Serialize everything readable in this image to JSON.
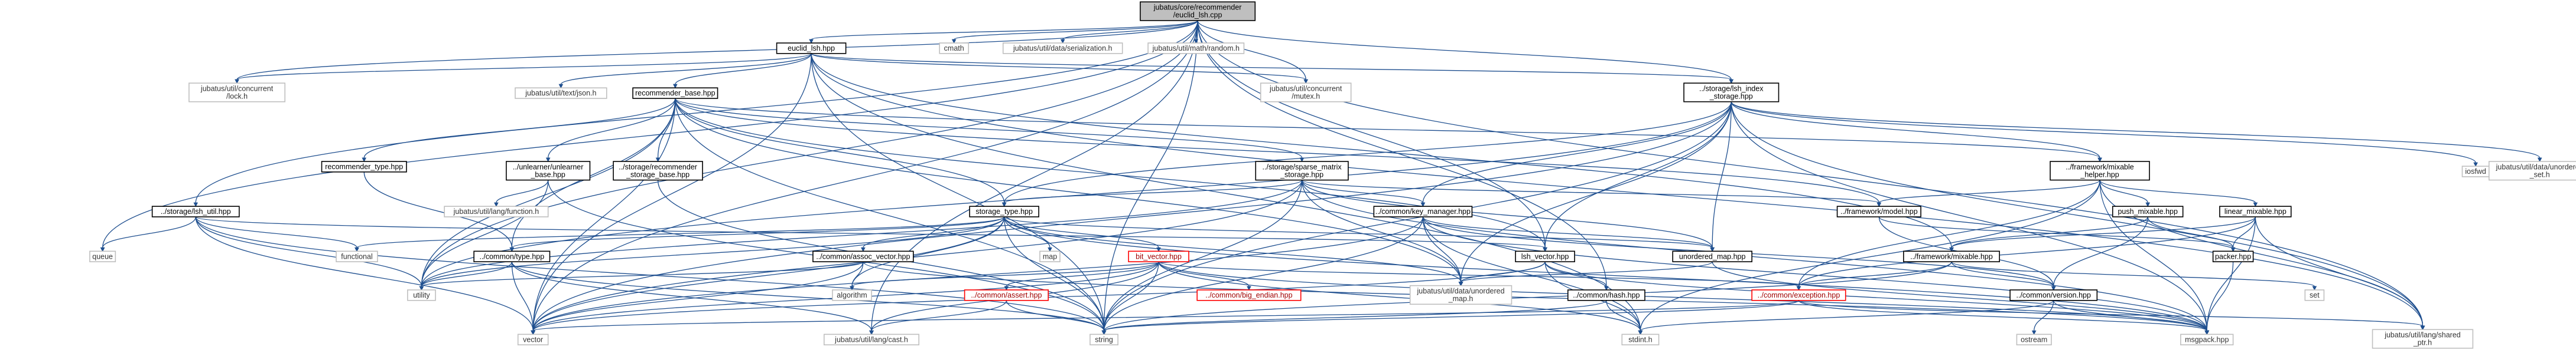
{
  "colors": {
    "edge": "#1f4f8f",
    "root_fill": "#bfbfbf",
    "node_border": "#000000",
    "external_border": "#bfbfbf",
    "missing_border": "#ff0000",
    "missing_text": "#a00000"
  },
  "nodes": [
    {
      "id": "root",
      "lines": [
        "jubatus/core/recommender",
        "/euclid_lsh.cpp"
      ],
      "style": "root"
    },
    {
      "id": "euclid_lsh_hpp",
      "lines": [
        "euclid_lsh.hpp"
      ],
      "style": "normal"
    },
    {
      "id": "cmath",
      "lines": [
        "cmath"
      ],
      "style": "gray"
    },
    {
      "id": "serialization_h",
      "lines": [
        "jubatus/util/data/serialization.h"
      ],
      "style": "gray"
    },
    {
      "id": "random_h",
      "lines": [
        "jubatus/util/math/random.h"
      ],
      "style": "gray"
    },
    {
      "id": "mutex_h",
      "lines": [
        "jubatus/util/concurrent",
        "/mutex.h"
      ],
      "style": "gray"
    },
    {
      "id": "lsh_index_storage",
      "lines": [
        "../storage/lsh_index",
        "_storage.hpp"
      ],
      "style": "normal"
    },
    {
      "id": "lock_h",
      "lines": [
        "jubatus/util/concurrent",
        "/lock.h"
      ],
      "style": "gray"
    },
    {
      "id": "json_h",
      "lines": [
        "jubatus/util/text/json.h"
      ],
      "style": "gray"
    },
    {
      "id": "recommender_base",
      "lines": [
        "recommender_base.hpp"
      ],
      "style": "normal"
    },
    {
      "id": "iosfwd",
      "lines": [
        "iosfwd"
      ],
      "style": "gray"
    },
    {
      "id": "unordered_set_h",
      "lines": [
        "jubatus/util/data/unordered",
        "_set.h"
      ],
      "style": "gray"
    },
    {
      "id": "mixable_helper",
      "lines": [
        "../framework/mixable",
        "_helper.hpp"
      ],
      "style": "normal"
    },
    {
      "id": "recommender_type",
      "lines": [
        "recommender_type.hpp"
      ],
      "style": "normal"
    },
    {
      "id": "unlearner_base",
      "lines": [
        "../unlearner/unlearner",
        "_base.hpp"
      ],
      "style": "normal"
    },
    {
      "id": "recommender_storage_base",
      "lines": [
        "../storage/recommender",
        "_storage_base.hpp"
      ],
      "style": "normal"
    },
    {
      "id": "sparse_matrix_storage",
      "lines": [
        "../storage/sparse_matrix",
        "_storage.hpp"
      ],
      "style": "normal"
    },
    {
      "id": "lsh_util",
      "lines": [
        "../storage/lsh_util.hpp"
      ],
      "style": "normal"
    },
    {
      "id": "function_h",
      "lines": [
        "jubatus/util/lang/function.h"
      ],
      "style": "gray"
    },
    {
      "id": "storage_type",
      "lines": [
        "storage_type.hpp"
      ],
      "style": "normal"
    },
    {
      "id": "key_manager",
      "lines": [
        "../common/key_manager.hpp"
      ],
      "style": "normal"
    },
    {
      "id": "framework_model",
      "lines": [
        "../framework/model.hpp"
      ],
      "style": "normal"
    },
    {
      "id": "push_mixable",
      "lines": [
        "push_mixable.hpp"
      ],
      "style": "normal"
    },
    {
      "id": "linear_mixable",
      "lines": [
        "linear_mixable.hpp"
      ],
      "style": "normal"
    },
    {
      "id": "queue",
      "lines": [
        "queue"
      ],
      "style": "gray"
    },
    {
      "id": "functional",
      "lines": [
        "functional"
      ],
      "style": "gray"
    },
    {
      "id": "common_type",
      "lines": [
        "../common/type.hpp"
      ],
      "style": "normal"
    },
    {
      "id": "assoc_vector",
      "lines": [
        "../common/assoc_vector.hpp"
      ],
      "style": "normal"
    },
    {
      "id": "map",
      "lines": [
        "map"
      ],
      "style": "gray"
    },
    {
      "id": "bit_vector",
      "lines": [
        "bit_vector.hpp"
      ],
      "style": "red"
    },
    {
      "id": "lsh_vector",
      "lines": [
        "lsh_vector.hpp"
      ],
      "style": "normal"
    },
    {
      "id": "unordered_map_hpp",
      "lines": [
        "unordered_map.hpp"
      ],
      "style": "normal"
    },
    {
      "id": "framework_mixable",
      "lines": [
        "../framework/mixable.hpp"
      ],
      "style": "normal"
    },
    {
      "id": "packer",
      "lines": [
        "packer.hpp"
      ],
      "style": "normal"
    },
    {
      "id": "utility",
      "lines": [
        "utility"
      ],
      "style": "gray"
    },
    {
      "id": "algorithm",
      "lines": [
        "algorithm"
      ],
      "style": "gray"
    },
    {
      "id": "common_assert",
      "lines": [
        "../common/assert.hpp"
      ],
      "style": "red"
    },
    {
      "id": "big_endian",
      "lines": [
        "../common/big_endian.hpp"
      ],
      "style": "red"
    },
    {
      "id": "unordered_map_h",
      "lines": [
        "jubatus/util/data/unordered",
        "_map.h"
      ],
      "style": "gray"
    },
    {
      "id": "common_hash",
      "lines": [
        "../common/hash.hpp"
      ],
      "style": "normal"
    },
    {
      "id": "common_exception",
      "lines": [
        "../common/exception.hpp"
      ],
      "style": "red"
    },
    {
      "id": "common_version",
      "lines": [
        "../common/version.hpp"
      ],
      "style": "normal"
    },
    {
      "id": "set",
      "lines": [
        "set"
      ],
      "style": "gray"
    },
    {
      "id": "vector",
      "lines": [
        "vector"
      ],
      "style": "gray"
    },
    {
      "id": "cast_h",
      "lines": [
        "jubatus/util/lang/cast.h"
      ],
      "style": "gray"
    },
    {
      "id": "string",
      "lines": [
        "string"
      ],
      "style": "gray"
    },
    {
      "id": "stdint_h",
      "lines": [
        "stdint.h"
      ],
      "style": "gray"
    },
    {
      "id": "ostream",
      "lines": [
        "ostream"
      ],
      "style": "gray"
    },
    {
      "id": "msgpack",
      "lines": [
        "msgpack.hpp"
      ],
      "style": "gray"
    },
    {
      "id": "shared_ptr_h",
      "lines": [
        "jubatus/util/lang/shared",
        "_ptr.h"
      ],
      "style": "gray"
    }
  ],
  "edges": [
    [
      "root",
      "euclid_lsh_hpp"
    ],
    [
      "root",
      "cmath"
    ],
    [
      "root",
      "serialization_h"
    ],
    [
      "root",
      "random_h"
    ],
    [
      "root",
      "mutex_h"
    ],
    [
      "root",
      "lsh_index_storage"
    ],
    [
      "root",
      "lock_h"
    ],
    [
      "root",
      "queue"
    ],
    [
      "root",
      "utility"
    ],
    [
      "root",
      "vector"
    ],
    [
      "root",
      "string"
    ],
    [
      "root",
      "lsh_util"
    ],
    [
      "root",
      "lsh_vector"
    ],
    [
      "root",
      "common_hash"
    ],
    [
      "root",
      "shared_ptr_h"
    ],
    [
      "root",
      "cast_h"
    ],
    [
      "euclid_lsh_hpp",
      "json_h"
    ],
    [
      "euclid_lsh_hpp",
      "recommender_base"
    ],
    [
      "euclid_lsh_hpp",
      "lock_h"
    ],
    [
      "euclid_lsh_hpp",
      "mutex_h"
    ],
    [
      "euclid_lsh_hpp",
      "lsh_index_storage"
    ],
    [
      "euclid_lsh_hpp",
      "stdint_h"
    ],
    [
      "euclid_lsh_hpp",
      "string"
    ],
    [
      "euclid_lsh_hpp",
      "vector"
    ],
    [
      "euclid_lsh_hpp",
      "framework_mixable"
    ],
    [
      "euclid_lsh_hpp",
      "shared_ptr_h"
    ],
    [
      "recommender_base",
      "recommender_type"
    ],
    [
      "recommender_base",
      "unlearner_base"
    ],
    [
      "recommender_base",
      "recommender_storage_base"
    ],
    [
      "recommender_base",
      "sparse_matrix_storage"
    ],
    [
      "recommender_base",
      "framework_model"
    ],
    [
      "recommender_base",
      "common_type"
    ],
    [
      "recommender_base",
      "utility"
    ],
    [
      "recommender_base",
      "vector"
    ],
    [
      "recommender_base",
      "string"
    ],
    [
      "recommender_base",
      "storage_type"
    ],
    [
      "recommender_base",
      "lsh_vector"
    ],
    [
      "recommender_base",
      "unordered_map_h"
    ],
    [
      "recommender_base",
      "mixable_helper"
    ],
    [
      "lsh_index_storage",
      "iosfwd"
    ],
    [
      "lsh_index_storage",
      "unordered_set_h"
    ],
    [
      "lsh_index_storage",
      "mixable_helper"
    ],
    [
      "lsh_index_storage",
      "storage_type"
    ],
    [
      "lsh_index_storage",
      "key_manager"
    ],
    [
      "lsh_index_storage",
      "lsh_vector"
    ],
    [
      "lsh_index_storage",
      "unordered_map_hpp"
    ],
    [
      "lsh_index_storage",
      "unordered_map_h"
    ],
    [
      "lsh_index_storage",
      "string"
    ],
    [
      "lsh_index_storage",
      "msgpack"
    ],
    [
      "lsh_index_storage",
      "utility"
    ],
    [
      "lsh_index_storage",
      "vector"
    ],
    [
      "lsh_index_storage",
      "shared_ptr_h"
    ],
    [
      "mixable_helper",
      "push_mixable"
    ],
    [
      "mixable_helper",
      "linear_mixable"
    ],
    [
      "mixable_helper",
      "framework_model"
    ],
    [
      "mixable_helper",
      "common_exception"
    ],
    [
      "mixable_helper",
      "msgpack"
    ],
    [
      "mixable_helper",
      "shared_ptr_h"
    ],
    [
      "mixable_helper",
      "stdint_h"
    ],
    [
      "unlearner_base",
      "function_h"
    ],
    [
      "unlearner_base",
      "string"
    ],
    [
      "unlearner_base",
      "utility"
    ],
    [
      "recommender_storage_base",
      "string"
    ],
    [
      "recommender_type",
      "common_type"
    ],
    [
      "sparse_matrix_storage",
      "storage_type"
    ],
    [
      "sparse_matrix_storage",
      "key_manager"
    ],
    [
      "sparse_matrix_storage",
      "unordered_map_hpp"
    ],
    [
      "sparse_matrix_storage",
      "framework_model"
    ],
    [
      "sparse_matrix_storage",
      "unordered_map_h"
    ],
    [
      "sparse_matrix_storage",
      "msgpack"
    ],
    [
      "sparse_matrix_storage",
      "vector"
    ],
    [
      "sparse_matrix_storage",
      "string"
    ],
    [
      "sparse_matrix_storage",
      "utility"
    ],
    [
      "lsh_util",
      "queue"
    ],
    [
      "lsh_util",
      "functional"
    ],
    [
      "lsh_util",
      "utility"
    ],
    [
      "lsh_util",
      "vector"
    ],
    [
      "lsh_util",
      "lsh_vector"
    ],
    [
      "lsh_util",
      "string"
    ],
    [
      "storage_type",
      "common_type"
    ],
    [
      "storage_type",
      "assoc_vector"
    ],
    [
      "storage_type",
      "map"
    ],
    [
      "storage_type",
      "bit_vector"
    ],
    [
      "storage_type",
      "unordered_map_h"
    ],
    [
      "storage_type",
      "utility"
    ],
    [
      "storage_type",
      "vector"
    ],
    [
      "storage_type",
      "string"
    ],
    [
      "storage_type",
      "algorithm"
    ],
    [
      "storage_type",
      "unordered_map_hpp"
    ],
    [
      "storage_type",
      "functional"
    ],
    [
      "storage_type",
      "msgpack"
    ],
    [
      "key_manager",
      "unordered_map_hpp"
    ],
    [
      "key_manager",
      "common_version"
    ],
    [
      "key_manager",
      "unordered_map_h"
    ],
    [
      "key_manager",
      "string"
    ],
    [
      "key_manager",
      "vector"
    ],
    [
      "key_manager",
      "msgpack"
    ],
    [
      "key_manager",
      "stdint_h"
    ],
    [
      "framework_model",
      "packer"
    ],
    [
      "framework_model",
      "common_version"
    ],
    [
      "push_mixable",
      "framework_mixable"
    ],
    [
      "push_mixable",
      "packer"
    ],
    [
      "push_mixable",
      "common_version"
    ],
    [
      "linear_mixable",
      "framework_mixable"
    ],
    [
      "linear_mixable",
      "packer"
    ],
    [
      "linear_mixable",
      "msgpack"
    ],
    [
      "linear_mixable",
      "shared_ptr_h"
    ],
    [
      "linear_mixable",
      "common_exception"
    ],
    [
      "framework_mixable",
      "common_version"
    ],
    [
      "framework_mixable",
      "set"
    ],
    [
      "framework_mixable",
      "string"
    ],
    [
      "framework_mixable",
      "common_exception"
    ],
    [
      "packer",
      "msgpack"
    ],
    [
      "common_type",
      "utility"
    ],
    [
      "common_type",
      "vector"
    ],
    [
      "common_type",
      "string"
    ],
    [
      "common_type",
      "cast_h"
    ],
    [
      "assoc_vector",
      "algorithm"
    ],
    [
      "assoc_vector",
      "utility"
    ],
    [
      "assoc_vector",
      "vector"
    ],
    [
      "assoc_vector",
      "msgpack"
    ],
    [
      "bit_vector",
      "common_assert"
    ],
    [
      "bit_vector",
      "big_endian"
    ],
    [
      "bit_vector",
      "vector"
    ],
    [
      "bit_vector",
      "string"
    ],
    [
      "bit_vector",
      "stdint_h"
    ],
    [
      "bit_vector",
      "algorithm"
    ],
    [
      "bit_vector",
      "msgpack"
    ],
    [
      "bit_vector",
      "common_exception"
    ],
    [
      "bit_vector",
      "cast_h"
    ],
    [
      "common_assert",
      "string"
    ],
    [
      "common_assert",
      "cast_h"
    ],
    [
      "lsh_vector",
      "vector"
    ],
    [
      "lsh_vector",
      "msgpack"
    ],
    [
      "lsh_vector",
      "unordered_map_h"
    ],
    [
      "lsh_vector",
      "stdint_h"
    ],
    [
      "lsh_vector",
      "common_hash"
    ],
    [
      "unordered_map_hpp",
      "unordered_map_h"
    ],
    [
      "unordered_map_hpp",
      "msgpack"
    ],
    [
      "common_hash",
      "string"
    ],
    [
      "common_hash",
      "stdint_h"
    ],
    [
      "common_exception",
      "vector"
    ],
    [
      "common_exception",
      "string"
    ],
    [
      "common_exception",
      "shared_ptr_h"
    ],
    [
      "common_exception",
      "msgpack"
    ],
    [
      "common_version",
      "ostream"
    ],
    [
      "common_version",
      "msgpack"
    ],
    [
      "common_version",
      "stdint_h"
    ]
  ]
}
